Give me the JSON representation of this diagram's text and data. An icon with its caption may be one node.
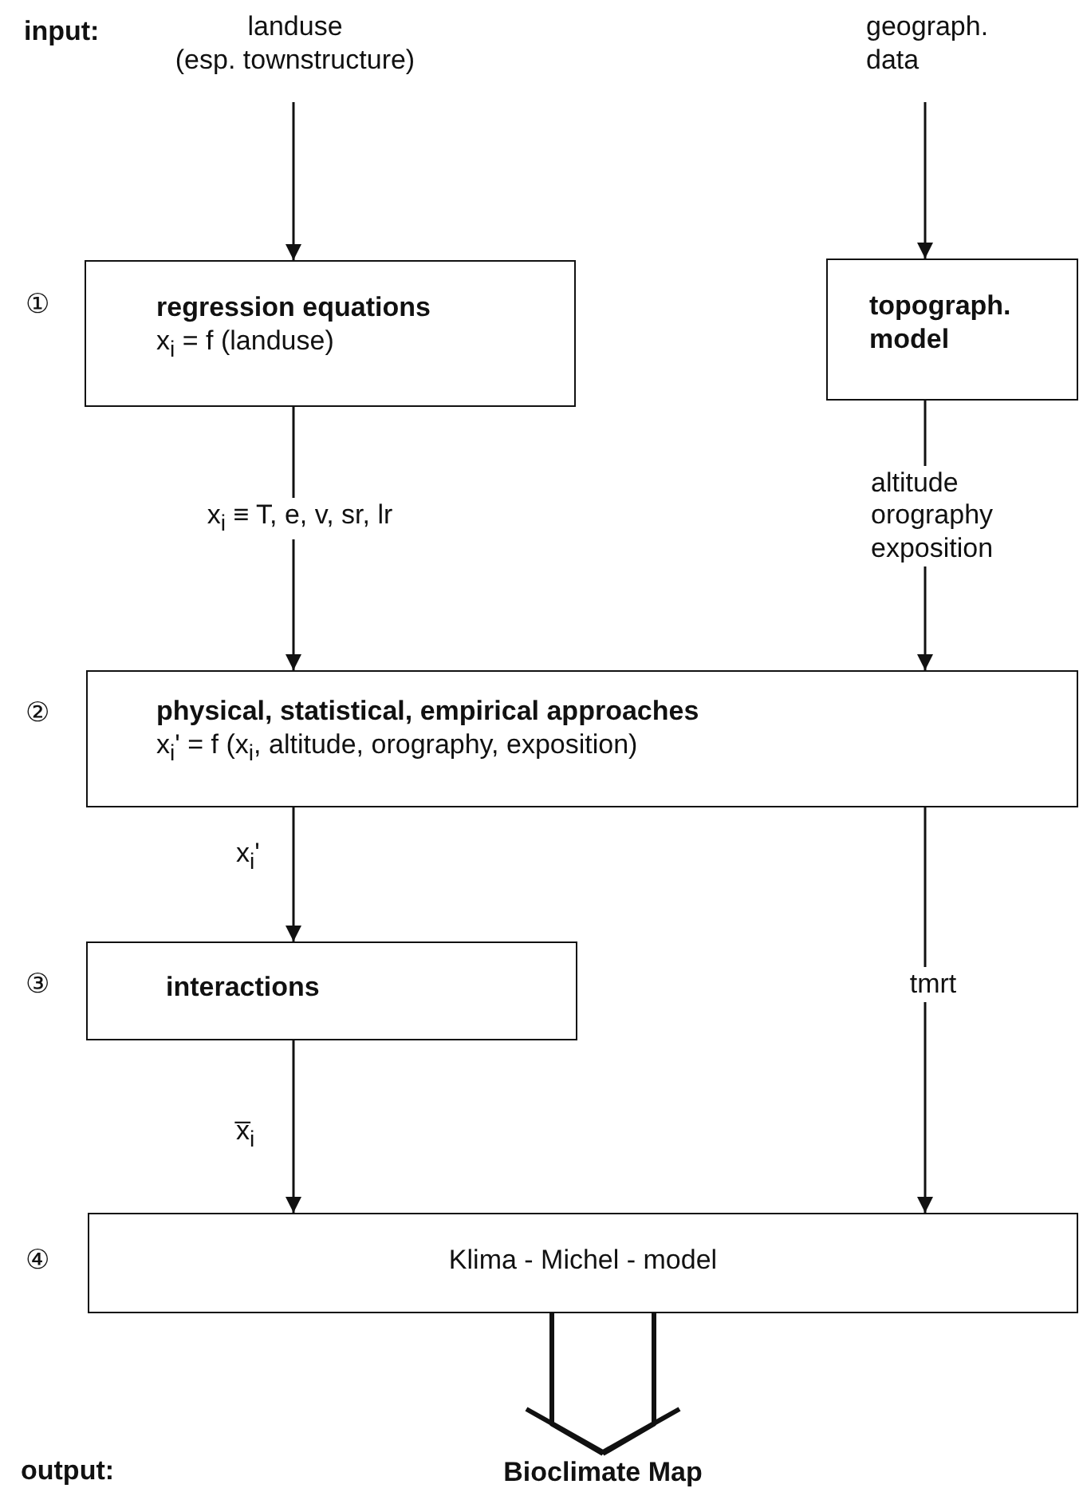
{
  "diagram": {
    "nodes": [
      {
        "text": [
          "landuse (esp. townstructure)"
        ]
      },
      {
        "text": [
          "geograph. data"
        ]
      },
      {
        "text": [
          "regression equations",
          "x$_{i}$ = f (landuse)"
        ]
      },
      {
        "text": [
          "topograph. model"
        ]
      },
      {
        "text": [
          "physical, statistical, empirical approaches",
          "x$_{i}$' = f (x$_{i}$, altitude, orography, exposition)"
        ]
      },
      {
        "text": [
          "interactions"
        ]
      },
      {
        "text": [
          "Klima  -  Michel  -  model"
        ]
      },
      {
        "text": [
          "Bioclimate  Map"
        ]
      }
    ],
    "edges": [
      {
        "from": 0,
        "to": 2,
        "arrow": "to"
      },
      {
        "from": 1,
        "to": 3,
        "arrow": "to"
      },
      {
        "from": 2,
        "to": 4,
        "arrow": "to",
        "label": "x$_{i}$ ≡ T, e, v, sr, lr"
      },
      {
        "from": 3,
        "to": 4,
        "arrow": "to",
        "label": "altitude orography exposition"
      },
      {
        "from": 4,
        "to": 5,
        "arrow": "to",
        "label": "x$_{i}$'"
      },
      {
        "from": 5,
        "to": 6,
        "arrow": "to",
        "label": "x̅$_{i}$"
      },
      {
        "from": 4,
        "to": 6,
        "arrow": "to",
        "label": "tmrt"
      },
      {
        "from": 6,
        "to": 7,
        "arrow": "to",
        "style": "thick"
      }
    ],
    "labels": [
      "input:",
      "①",
      "②",
      "③",
      "④",
      "output:"
    ]
  }
}
